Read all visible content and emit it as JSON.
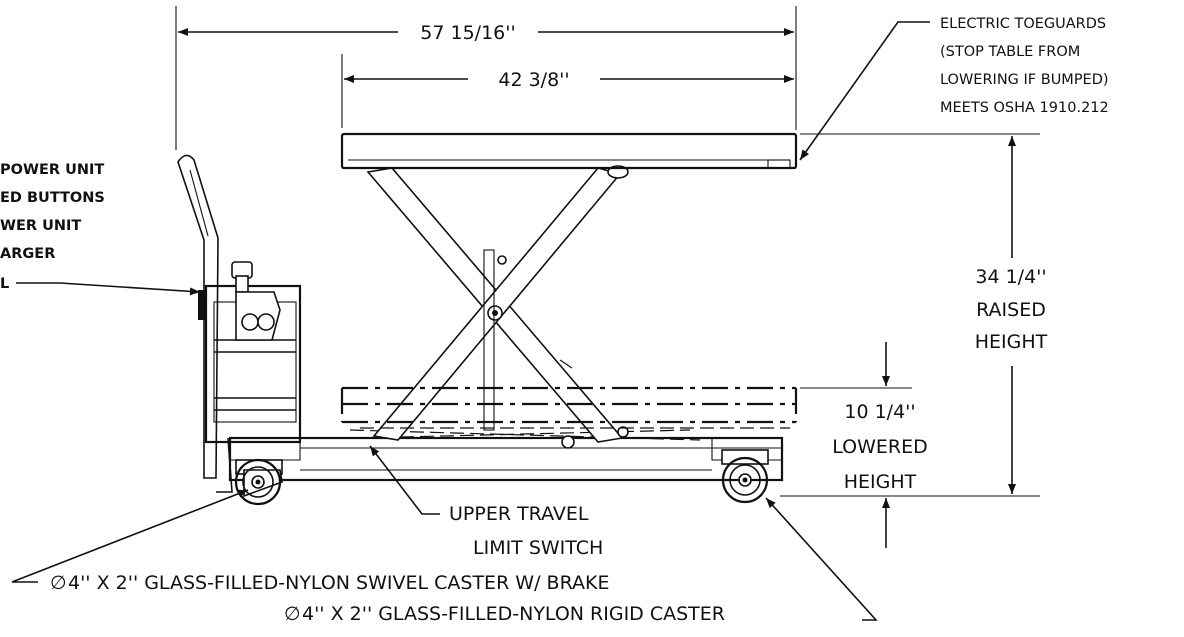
{
  "dimensions": {
    "overall_length": "57 15/16''",
    "platform_length": "42 3/8''",
    "raised": [
      "34 1/4''",
      "RAISED",
      "HEIGHT"
    ],
    "lowered": [
      "10 1/4''",
      "LOWERED",
      "HEIGHT"
    ]
  },
  "callouts": {
    "toeguards": [
      "ELECTRIC TOEGUARDS",
      "(STOP TABLE FROM",
      "LOWERING IF BUMPED)",
      "MEETS OSHA 1910.212"
    ],
    "power_unit": [
      "POWER UNIT",
      "ED BUTTONS",
      "WER UNIT",
      "ARGER",
      "L"
    ],
    "limit_switch": [
      "UPPER TRAVEL",
      "LIMIT SWITCH"
    ],
    "swivel_caster": "4'' X 2'' GLASS-FILLED-NYLON SWIVEL CASTER W/ BRAKE",
    "rigid_caster": "4'' X 2'' GLASS-FILLED-NYLON RIGID CASTER",
    "diameter_symbol": "∅"
  }
}
